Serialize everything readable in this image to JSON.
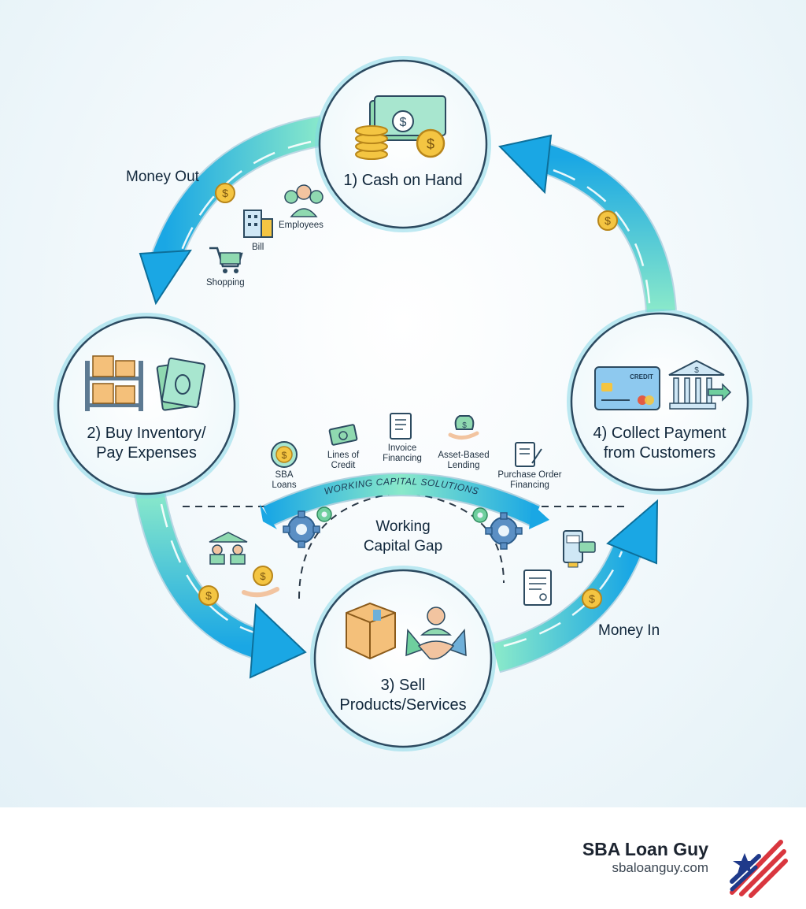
{
  "stages": [
    {
      "label": "1) Cash on Hand"
    },
    {
      "label_line1": "2) Buy Inventory/",
      "label_line2": "Pay Expenses"
    },
    {
      "label_line1": "3) Sell",
      "label_line2": "Products/Services"
    },
    {
      "label_line1": "4) Collect Payment",
      "label_line2": "from Customers"
    }
  ],
  "flow": {
    "money_out": "Money Out",
    "money_in": "Money In"
  },
  "expenses": {
    "employees": "Employees",
    "bill": "Bill",
    "shopping": "Shopping"
  },
  "solutions": {
    "banner": "WORKING CAPITAL SOLUTIONS",
    "items": [
      {
        "line1": "SBA",
        "line2": "Loans"
      },
      {
        "line1": "Lines of",
        "line2": "Credit"
      },
      {
        "line1": "Invoice",
        "line2": "Financing"
      },
      {
        "line1": "Asset-Based",
        "line2": "Lending"
      },
      {
        "line1": "Purchase Order",
        "line2": "Financing"
      }
    ]
  },
  "gap": {
    "line1": "Working",
    "line2": "Capital Gap"
  },
  "card_text": "CREDIT",
  "brand": {
    "name": "SBA Loan Guy",
    "url": "sbaloanguy.com"
  },
  "colors": {
    "arrow_cyan": "#1aa7e4",
    "arrow_mint": "#7fe8c8",
    "coin": "#f4c542",
    "ring": "#7fd6e6"
  }
}
